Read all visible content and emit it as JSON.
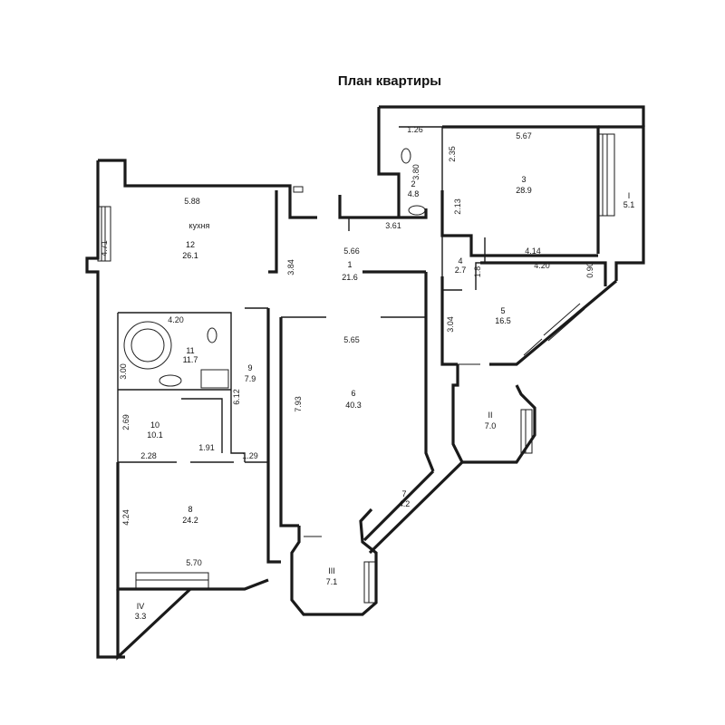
{
  "title": "План квартиры",
  "kitchen_label": "кухня",
  "rooms": [
    {
      "id": "r1",
      "num": "1",
      "area": "21.6"
    },
    {
      "id": "r2",
      "num": "2",
      "area": "4.8"
    },
    {
      "id": "r3",
      "num": "3",
      "area": "28.9"
    },
    {
      "id": "r4",
      "num": "4",
      "area": "2.7"
    },
    {
      "id": "r5",
      "num": "5",
      "area": "16.5"
    },
    {
      "id": "r6",
      "num": "6",
      "area": "40.3"
    },
    {
      "id": "r7",
      "num": "7",
      "area": "4.2"
    },
    {
      "id": "r8",
      "num": "8",
      "area": "24.2"
    },
    {
      "id": "r9",
      "num": "9",
      "area": "7.9"
    },
    {
      "id": "r10",
      "num": "10",
      "area": "10.1"
    },
    {
      "id": "r11",
      "num": "11",
      "area": "11.7"
    },
    {
      "id": "r12",
      "num": "12",
      "area": "26.1"
    },
    {
      "id": "rI",
      "num": "I",
      "area": "5.1"
    },
    {
      "id": "rII",
      "num": "II",
      "area": "7.0"
    },
    {
      "id": "rIII",
      "num": "III",
      "area": "7.1"
    },
    {
      "id": "rIV",
      "num": "IV",
      "area": "3.3"
    }
  ],
  "dimensions": [
    "1.26",
    "3.80",
    "2.35",
    "5.67",
    "2.13",
    "5.88",
    "4.71",
    "3.61",
    "5.66",
    "3.84",
    "4.14",
    "1.8",
    "4.20",
    "0.90",
    "3.04",
    "4.20",
    "3.00",
    "6.12",
    "5.65",
    "7.93",
    "2.69",
    "2.28",
    "1.91",
    "1.29",
    "4.24",
    "5.70"
  ]
}
